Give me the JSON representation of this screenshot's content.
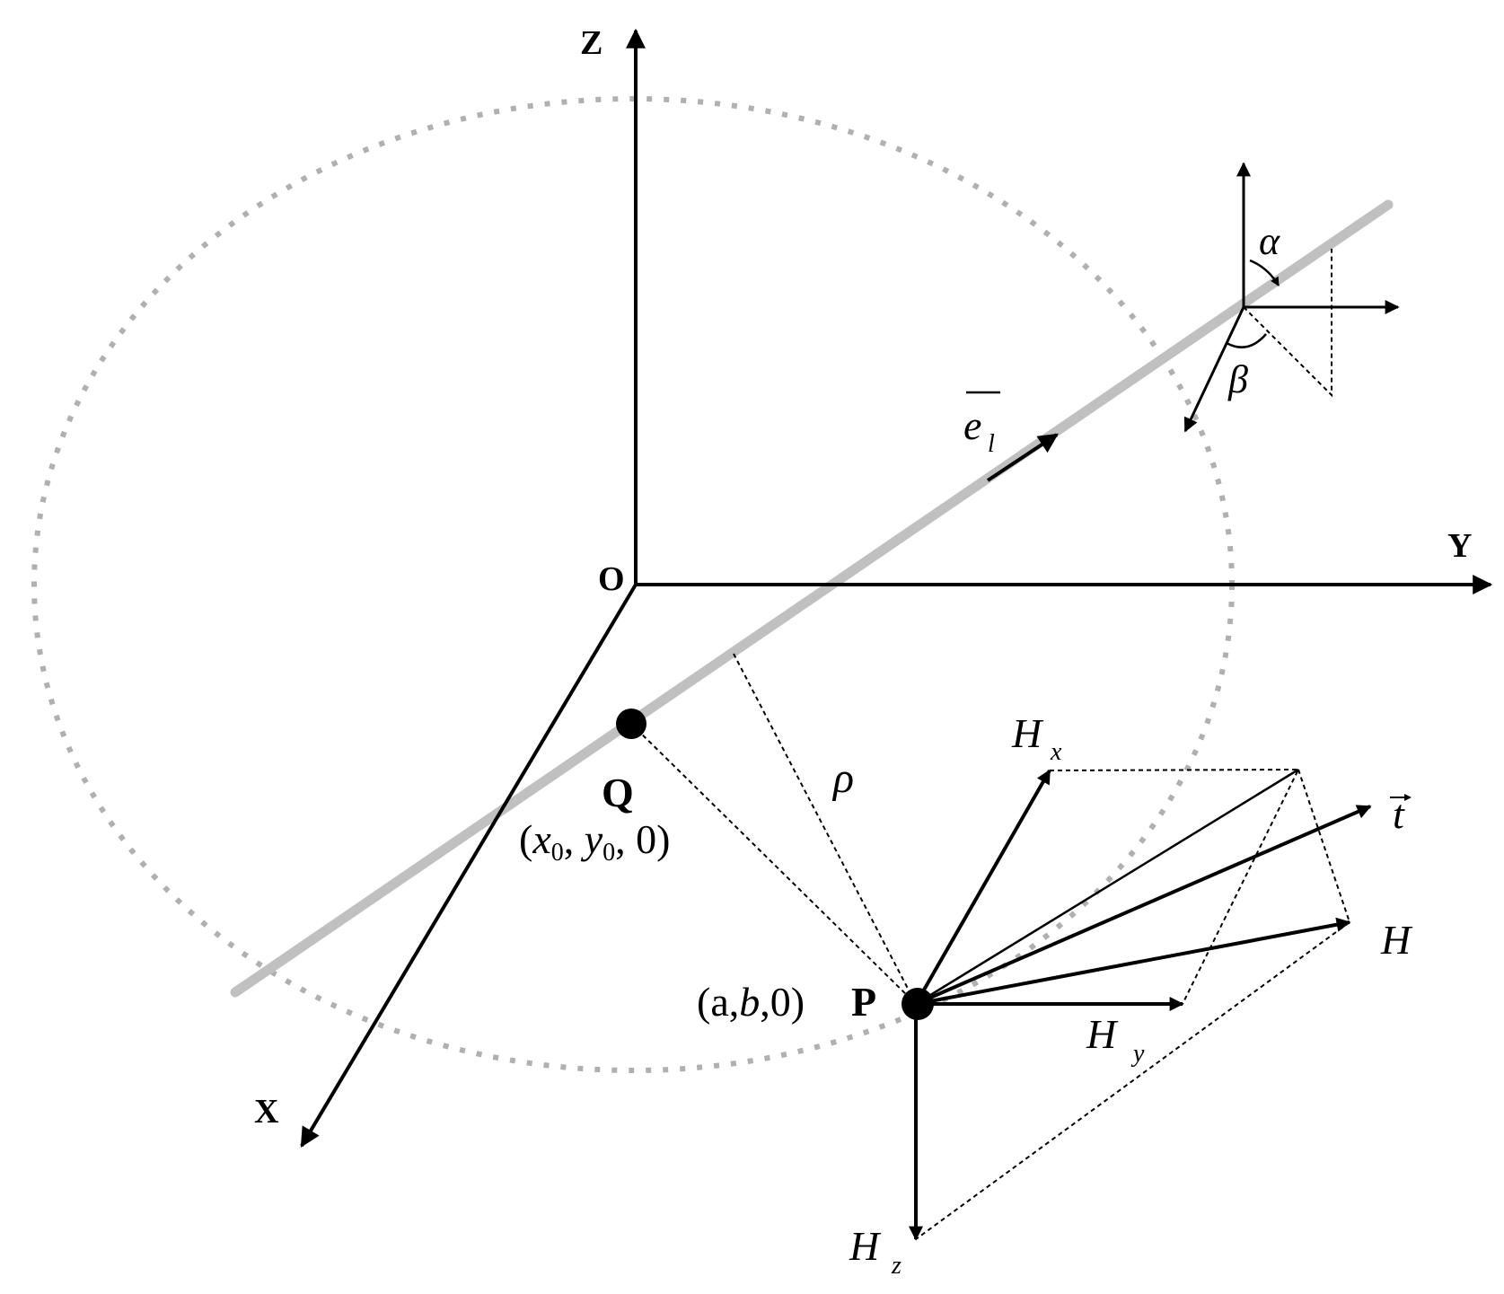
{
  "axes": {
    "z": "Z",
    "y": "Y",
    "x": "X",
    "origin": "O"
  },
  "points": {
    "q": {
      "name": "Q",
      "coords": [
        "(",
        "x",
        "0",
        ", ",
        "y",
        "0",
        ", 0)"
      ]
    },
    "p": {
      "name": "P",
      "coords": [
        "(a,",
        "b",
        ",0)"
      ]
    }
  },
  "labels": {
    "rho": "ρ",
    "alpha": "α",
    "beta": "β",
    "e_vector": "e",
    "e_subscript": "l",
    "t_vector": "t",
    "h": "H",
    "hx": "H",
    "hx_sub": "x",
    "hy": "H",
    "hy_sub": "y",
    "hz": "H",
    "hz_sub": "z"
  },
  "colors": {
    "line": "#000000",
    "conductor": "#c0c0c0",
    "field_circle": "#b0b0b0"
  }
}
